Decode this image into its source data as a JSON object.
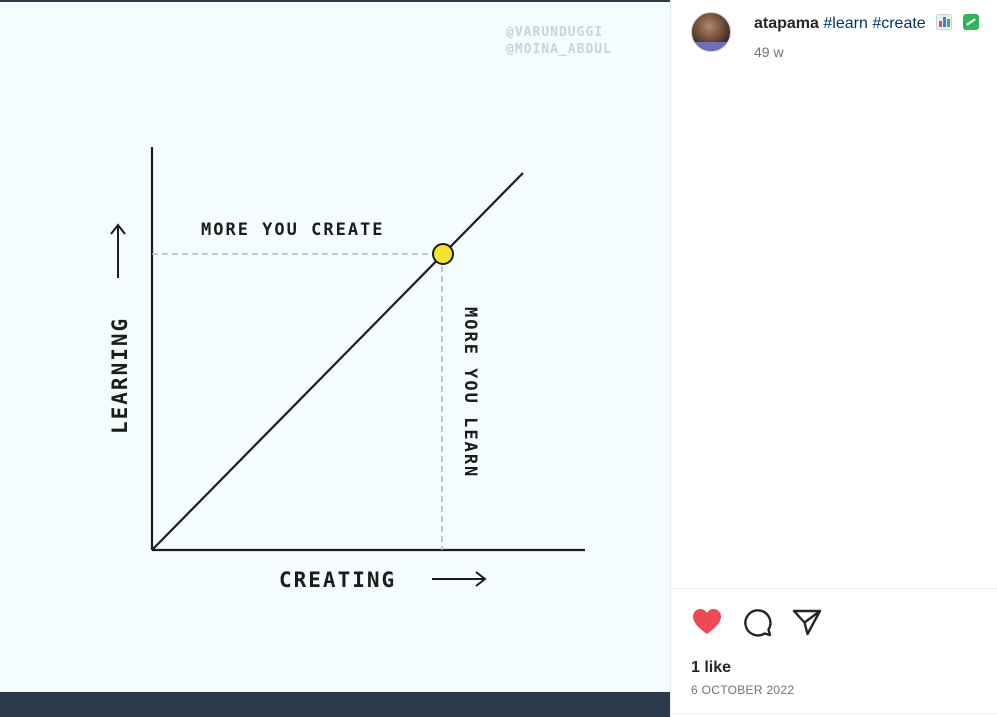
{
  "post": {
    "watermark_lines": [
      "@VARUNDUGGI",
      "@MOINA_ABDUL"
    ],
    "figure": {
      "y_axis_label": "LEARNING",
      "x_axis_label": "CREATING",
      "annotation_horizontal": "MORE YOU CREATE",
      "annotation_vertical": "MORE YOU LEARN",
      "colors": {
        "background": "#f4fcfd",
        "line": "#1c1c1c",
        "marker": "#f5e22a",
        "guide": "#aeb9bc"
      }
    }
  },
  "sidebar": {
    "username": "atapama",
    "hashtags": [
      "#learn",
      "#create"
    ],
    "caption_emojis": [
      "bar-chart-icon",
      "chart-increasing-icon"
    ],
    "age": "49 w",
    "actions": [
      "heart-icon",
      "comment-icon",
      "share-icon"
    ],
    "like_color": "#ed4956",
    "likes": "1 like",
    "date": "6 OCTOBER 2022"
  }
}
